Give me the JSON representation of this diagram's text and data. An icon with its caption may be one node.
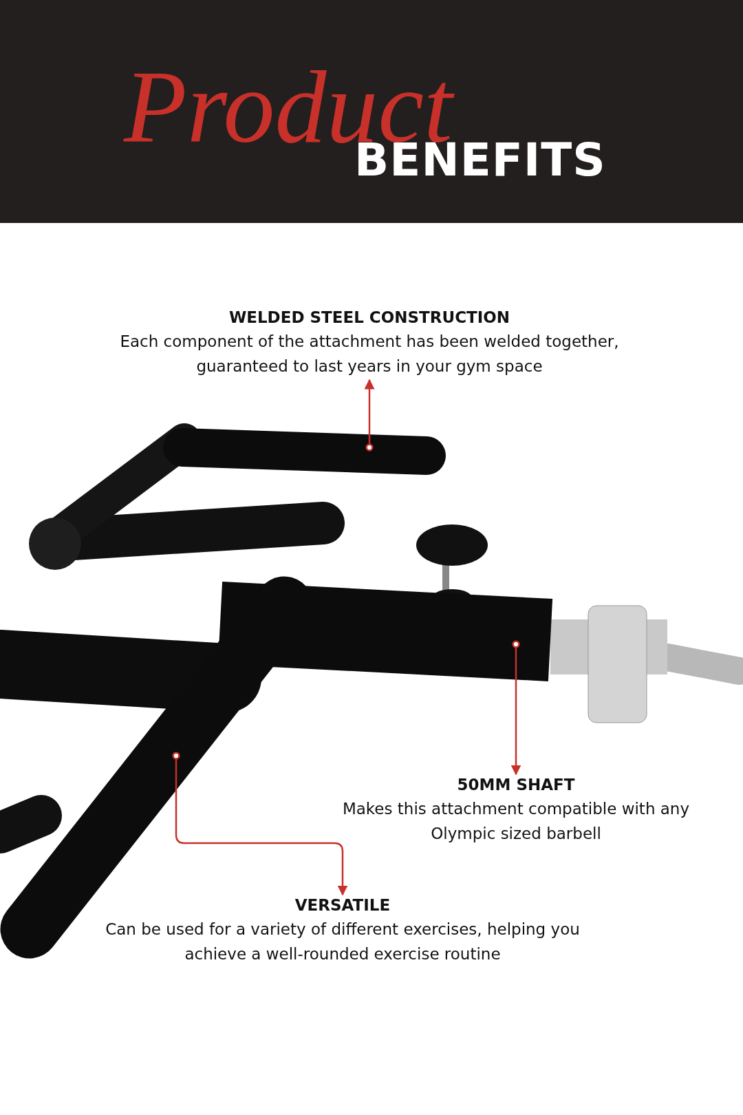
{
  "diagram": {
    "title": "*Product* **BENEFITS**",
    "nodes": [
      {
        "text": [
          "WELDED STEEL CONSTRUCTION",
          "Each component of the attachment has been welded together, guaranteed to last years in your gym space"
        ]
      },
      {
        "text": [],
        "shape": "picture"
      },
      {
        "text": [
          "50MM SHAFT",
          "Makes this attachment compatible with any Olympic sized barbell"
        ]
      },
      {
        "text": [],
        "shape": "picture"
      },
      {
        "text": [
          "VERSATILE",
          "Can be used for a variety of different exercises, helping you achieve a well-rounded exercise routine"
        ]
      },
      {
        "text": [],
        "shape": "picture"
      }
    ],
    "edges": [
      {
        "from": 1,
        "to": 0,
        "arrow": "to",
        "color": "#c8302a"
      },
      {
        "from": 3,
        "to": 2,
        "arrow": "to",
        "color": "#c8302a"
      },
      {
        "from": 5,
        "to": 4,
        "arrow": "to",
        "color": "#c8302a"
      }
    ]
  }
}
